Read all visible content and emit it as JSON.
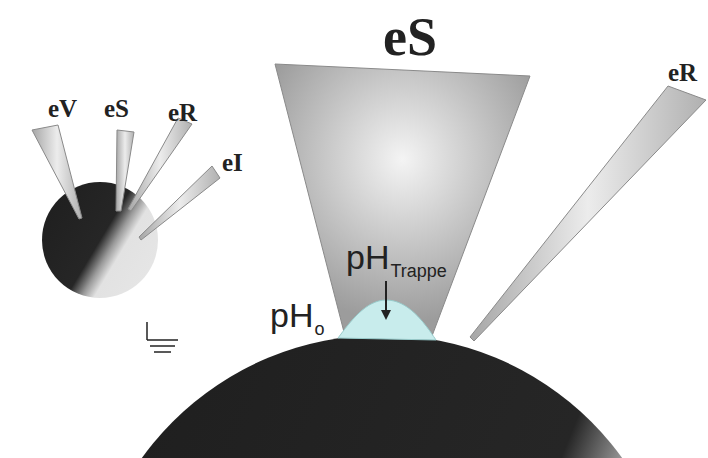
{
  "diagram": {
    "labels": [
      "eS",
      "eV",
      "eS",
      "eR",
      "eI",
      "pH",
      "Trappe",
      "pH",
      "o",
      "eR"
    ]
  }
}
